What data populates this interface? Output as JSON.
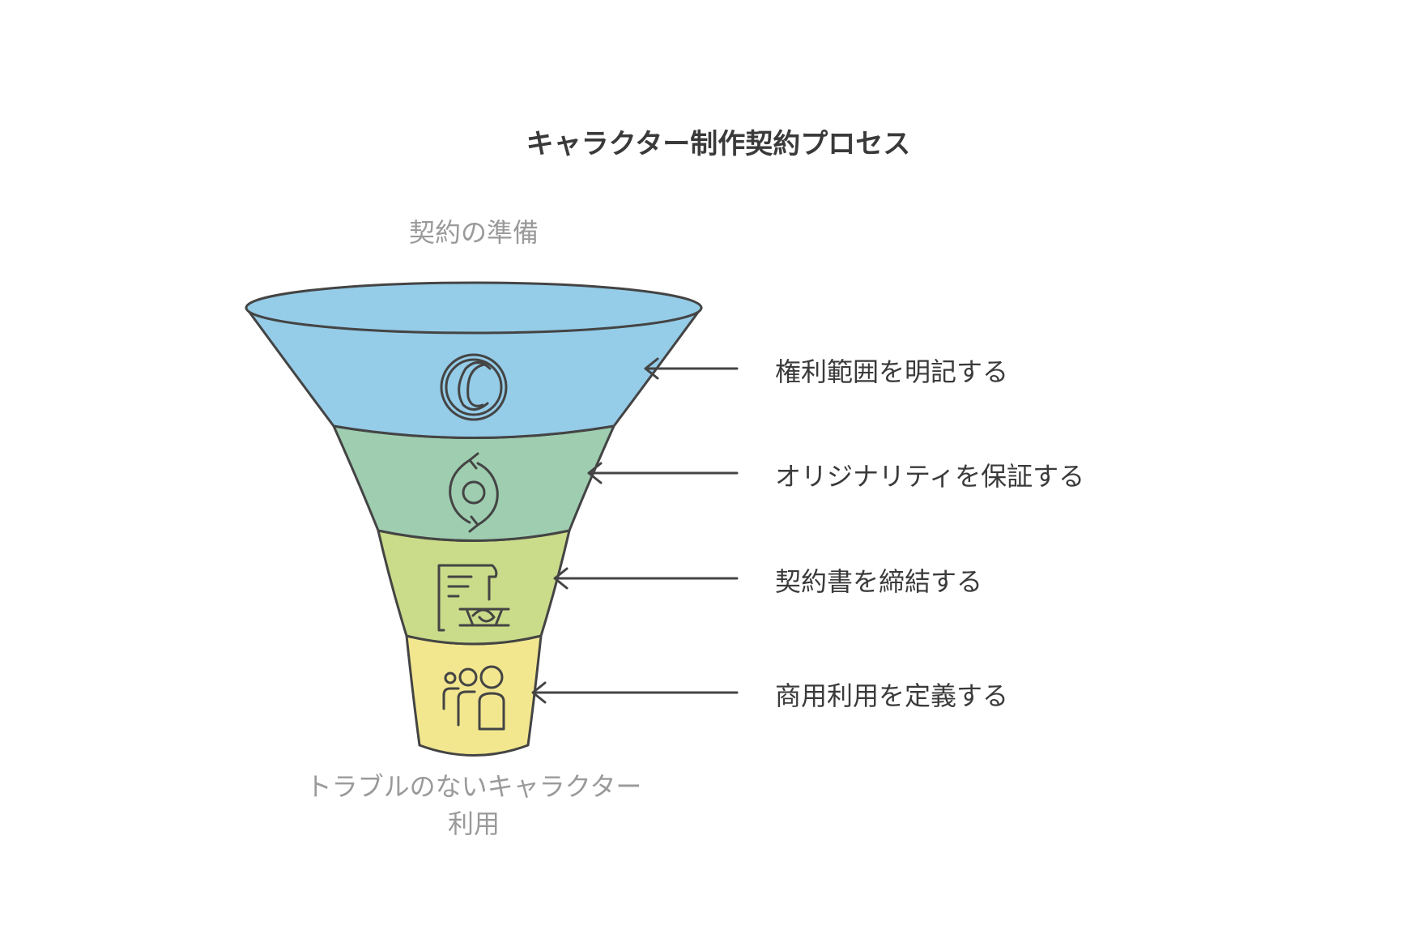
{
  "title": "キャラクター制作契約プロセス",
  "top_label": "契約の準備",
  "bottom_label": [
    "トラブルのないキャラクター",
    "利用"
  ],
  "steps": [
    {
      "label": "権利範囲を明記する",
      "icon": "copyright-icon",
      "color": "#95CCE8"
    },
    {
      "label": "オリジナリティを保証する",
      "icon": "refresh-cycle-icon",
      "color": "#9FCDB0"
    },
    {
      "label": "契約書を締結する",
      "icon": "contract-handshake-icon",
      "color": "#CADB8A"
    },
    {
      "label": "商用利用を定義する",
      "icon": "people-group-icon",
      "color": "#F2E78F"
    }
  ]
}
